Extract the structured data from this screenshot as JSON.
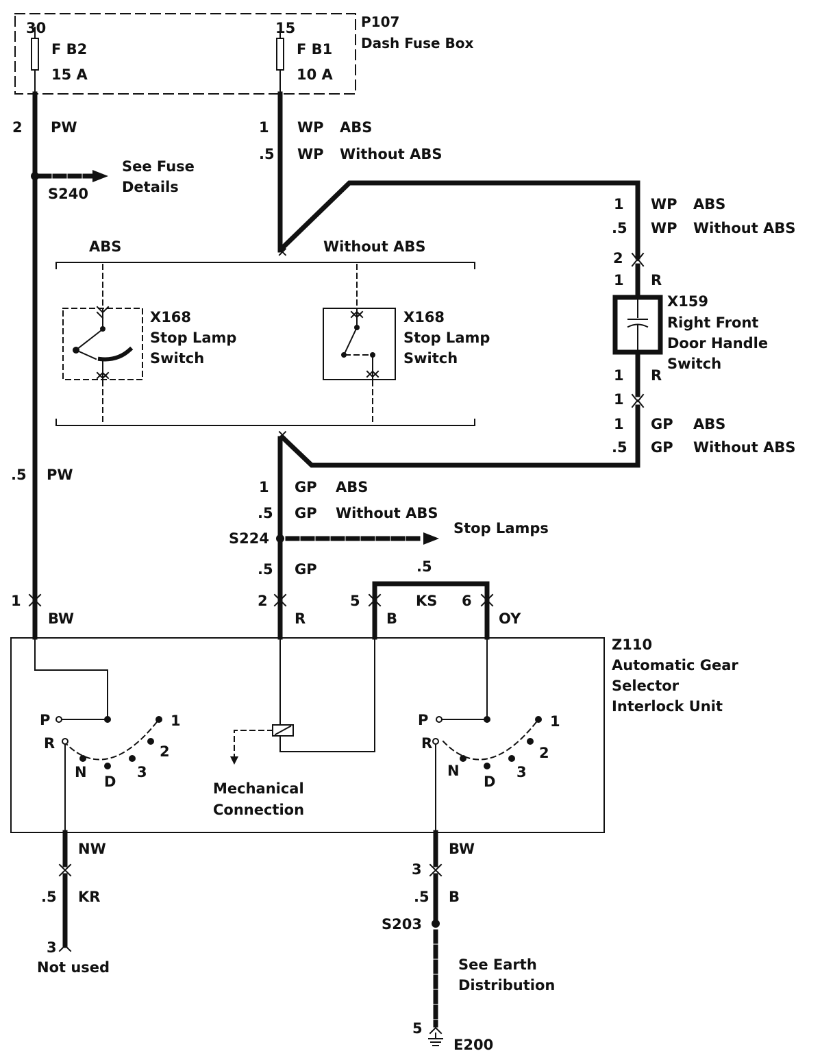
{
  "fuse_box": {
    "id": "P107",
    "name": "Dash Fuse Box",
    "fuses": [
      {
        "terminal": "30",
        "name": "F B2",
        "rating": "15 A"
      },
      {
        "terminal": "15",
        "name": "F B1",
        "rating": "10 A"
      }
    ]
  },
  "left_upper": {
    "gauge": "2",
    "color": "PW"
  },
  "s240": {
    "id": "S240",
    "note_line1": "See Fuse",
    "note_line2": "Details"
  },
  "left_lower": {
    "gauge": ".5",
    "color": "PW"
  },
  "center_upper": [
    {
      "gauge": "1",
      "color": "WP",
      "variant": "ABS"
    },
    {
      "gauge": ".5",
      "color": "WP",
      "variant": "Without ABS"
    }
  ],
  "right_upper": [
    {
      "gauge": "1",
      "color": "WP",
      "variant": "ABS"
    },
    {
      "gauge": ".5",
      "color": "WP",
      "variant": "Without ABS"
    }
  ],
  "switch_group": {
    "abs_label": "ABS",
    "without_abs_label": "Without ABS",
    "switch_id": "X168",
    "switch_name_line1": "Stop Lamp",
    "switch_name_line2": "Switch"
  },
  "door_switch": {
    "pin_top": "2",
    "gauge_top": "1",
    "color_top": "R",
    "id": "X159",
    "name_line1": "Right Front",
    "name_line2": "Door Handle",
    "name_line3": "Switch",
    "gauge_bottom": "1",
    "color_bottom": "R",
    "pin_bottom": "1"
  },
  "right_lower": [
    {
      "gauge": "1",
      "color": "GP",
      "variant": "ABS"
    },
    {
      "gauge": ".5",
      "color": "GP",
      "variant": "Without ABS"
    }
  ],
  "center_lower": [
    {
      "gauge": "1",
      "color": "GP",
      "variant": "ABS"
    },
    {
      "gauge": ".5",
      "color": "GP",
      "variant": "Without ABS"
    }
  ],
  "s224": {
    "id": "S224",
    "note": "Stop Lamps"
  },
  "center_gp": {
    "gauge": ".5",
    "color": "GP"
  },
  "connector_pins": {
    "pin1": "1",
    "pin1_color": "BW",
    "pin2": "2",
    "pin2_color": "R",
    "pin5": "5",
    "pin5_color": "B",
    "pin6": "6",
    "pin6_color": "OY",
    "jumper_gauge": ".5",
    "jumper_color": "KS"
  },
  "interlock_unit": {
    "id": "Z110",
    "name_line1": "Automatic Gear",
    "name_line2": "Selector",
    "name_line3": "Interlock Unit",
    "positions": {
      "p": "P",
      "r": "R",
      "n": "N",
      "d": "D",
      "three": "3",
      "two": "2",
      "one": "1"
    },
    "mechanical_line1": "Mechanical",
    "mechanical_line2": "Connection"
  },
  "bottom_left": {
    "color_top": "NW",
    "gauge": ".5",
    "color": "KR",
    "pin": "3",
    "note": "Not used"
  },
  "bottom_right": {
    "color_top": "BW",
    "pin": "3",
    "gauge": ".5",
    "color": "B",
    "splice": "S203",
    "note_line1": "See Earth",
    "note_line2": "Distribution",
    "earth_pin": "5",
    "earth_id": "E200"
  }
}
